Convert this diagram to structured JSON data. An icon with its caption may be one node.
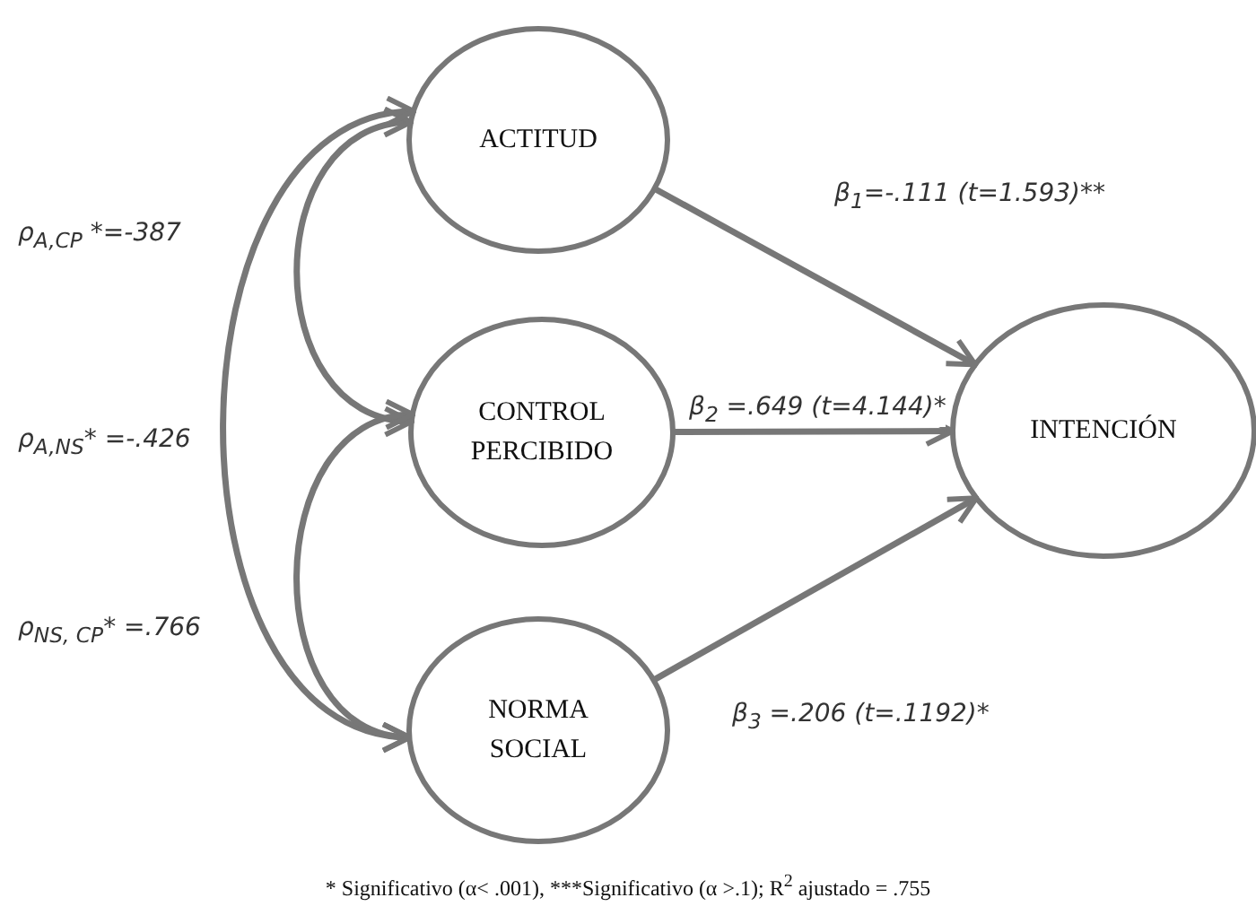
{
  "diagram": {
    "caption": "* Significativo (α< .001), ***Significativo (α >.1); R$^{2}$ ajustado = .755",
    "nodes": [
      {
        "text": [
          "ACTITUD"
        ]
      },
      {
        "text": [
          "CONTROL PERCIBIDO"
        ]
      },
      {
        "text": [
          "NORMA SOCIAL"
        ]
      },
      {
        "text": [
          "INTENCIÓN"
        ]
      }
    ],
    "edges": [
      {
        "from": 0,
        "to": 3,
        "arrow": "to",
        "label": "β$_{1}$=-.111 (t=1.593)**"
      },
      {
        "from": 1,
        "to": 3,
        "arrow": "to",
        "label": "β$_{2}$ =.649 (t=4.144)*"
      },
      {
        "from": 2,
        "to": 3,
        "arrow": "to",
        "label": "β$_{3}$ =.206   (t=.1192)*"
      },
      {
        "from": 0,
        "to": 1,
        "arrow": "both",
        "label": "ρ$_{A,CP}$ *=-387"
      },
      {
        "from": 0,
        "to": 2,
        "arrow": "both",
        "label": "ρ$_{A,NS}$* =-.426"
      },
      {
        "from": 2,
        "to": 1,
        "arrow": "both",
        "label": "ρ$_{NS, CP}$* =.766"
      }
    ]
  }
}
